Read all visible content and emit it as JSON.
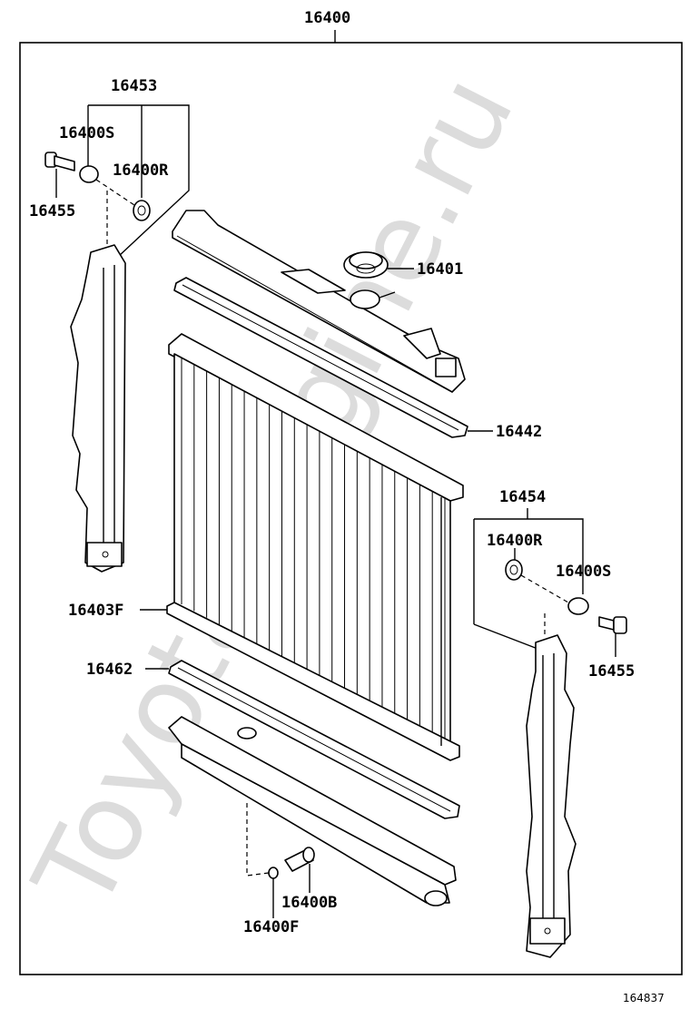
{
  "watermark": "Toyota-engine.ru",
  "labels": {
    "assembly": "16400",
    "left_bracket_set": "16453",
    "left_cushion_s": "16400S",
    "left_cushion_r": "16400R",
    "left_bolt": "16455",
    "cap": "16401",
    "upper_gasket": "16442",
    "right_bracket_set": "16454",
    "right_cushion_r": "16400R",
    "right_cushion_s": "16400S",
    "right_bolt": "16455",
    "core": "16403F",
    "lower_gasket": "16462",
    "drain_cock": "16400B",
    "drain_oring": "16400F"
  },
  "diagram_id": "164837"
}
